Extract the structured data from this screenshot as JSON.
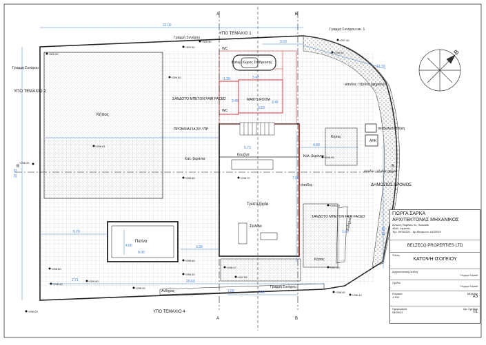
{
  "drawing": {
    "section_letter_a": "A",
    "section_letter_b": "B",
    "north": "B",
    "plot_top": "ΥΠΟ ΤΕΜΑΧΙΟ 1",
    "plot_left": "ΥΠΟ ΤΕΜΑΧΙΟ 2",
    "plot_bottom": "ΥΠΟ ΤΕΜΑΧΙΟ 4",
    "boundary_top": "Γραμμή Συνόρου",
    "boundary_left": "Γραμμή Συνόρου",
    "boundary_right": "Γραμμή Συνόρου οικ. 1",
    "boundary_bottom": "Γραμμή Συνόρου",
    "public_road": "ΔΗΜΟΣΙΟΣ ΔΡΟΜΟΣ",
    "rooms": {
      "parking": "Καλυμ.Χώρος Στάθμευσης",
      "maids_room": "MAID'S ROOM",
      "wc_1": "WC",
      "wc_2": "WC",
      "fair_faced_1": "ΣΑΝΔΟΤΟ ΜΠΕΤΟΝ FAIR FACED",
      "fair_faced_2": "ΣΑΝΔΟΤΟ ΜΠΕΤΟΝ FAIR FACED",
      "provision": "ΠΡΟΝΟΙΑ ΓΙΑ ΣΡ / ΠΡ",
      "garden_1": "Κήπος",
      "garden_2": "Κήπος",
      "garden_3": "Κήπος",
      "veranda_1": "Καλ. βεράντα",
      "veranda_2": "Καλ. βεράντα",
      "kitchen": "Κουζίνα",
      "dining": "Τραπεζαρία",
      "living": "Σαλόνι",
      "entrance": "είσοδος",
      "pool": "Πισίνα",
      "ramp_1": "Ανδηρας",
      "ramp_2": "Ανδήρας",
      "storage": "σκυβαλοαποθήκη",
      "ahk": "ΑΗΚ",
      "vehicle_entry": "είσοδος / έξοδος οχημάτων",
      "pedestrian_entry": "είσοδος / έξοδος πεζών"
    },
    "dimensions": [
      "22.00",
      "22.33",
      "3.00",
      "13.70",
      "5.70",
      "4.00",
      "6.00",
      "3.39",
      "2.71",
      "20.63",
      "7.00",
      "1.00",
      "11.23",
      "1.00",
      "3.42",
      "4.80",
      "7.00",
      "5.73",
      "3.49",
      "3.45",
      "3.23",
      "1.39"
    ],
    "levels": [
      "+300.50",
      "+300.80",
      "+300.90",
      "+299.50",
      "+298.61",
      "+298.65",
      "+298.70",
      "+296.00",
      "+298.05",
      "+299.60",
      "+297.50",
      "+298.47",
      "+297.65",
      "+296.60",
      "+296.80",
      "+298.53",
      "+299.40",
      "+298.00",
      "+296.50",
      "+298.45",
      "+296.40",
      "+296.00",
      "+299.62",
      "+297.40"
    ]
  },
  "title_block": {
    "firm_name": "ΓΙΩΡΓΑ ΣΑΡΚΑ",
    "firm_role": "ΑΡΧΙΤΕΚΤΟΝΑΣ ΜΗΧΑΝΙΚΟΣ",
    "address": "Αντώνη Παρίδου 01, Παλαιόδι",
    "city": "4540, Λεμεσός",
    "phone": "Τηλ. 99782321",
    "reg_no": "Αρ.Μητρώου: Α153019",
    "client": "BELZECO PROPERTIES LTD",
    "title_label": "Τίτλος",
    "drawing_title": "ΚΑΤΟΨΗ ΙΣΟΓΕΙΟΥ",
    "architect_label": "Αρχιτεκτονική μελέτη",
    "architect_value": "Γιωργα Σαρκά",
    "drawn_label": "Σχέδιο",
    "checked_value": "Γιωργα Σαρκά",
    "scale_label": "Κλίμακα",
    "scale_value": "1:100",
    "size_label": "Μέγεθος",
    "size_value": "A3",
    "date_label": "Ημερομηνία",
    "date_value": "04/05/21",
    "sheet_label": "Αρ. Σχεδίου",
    "sheet_value": "01"
  }
}
